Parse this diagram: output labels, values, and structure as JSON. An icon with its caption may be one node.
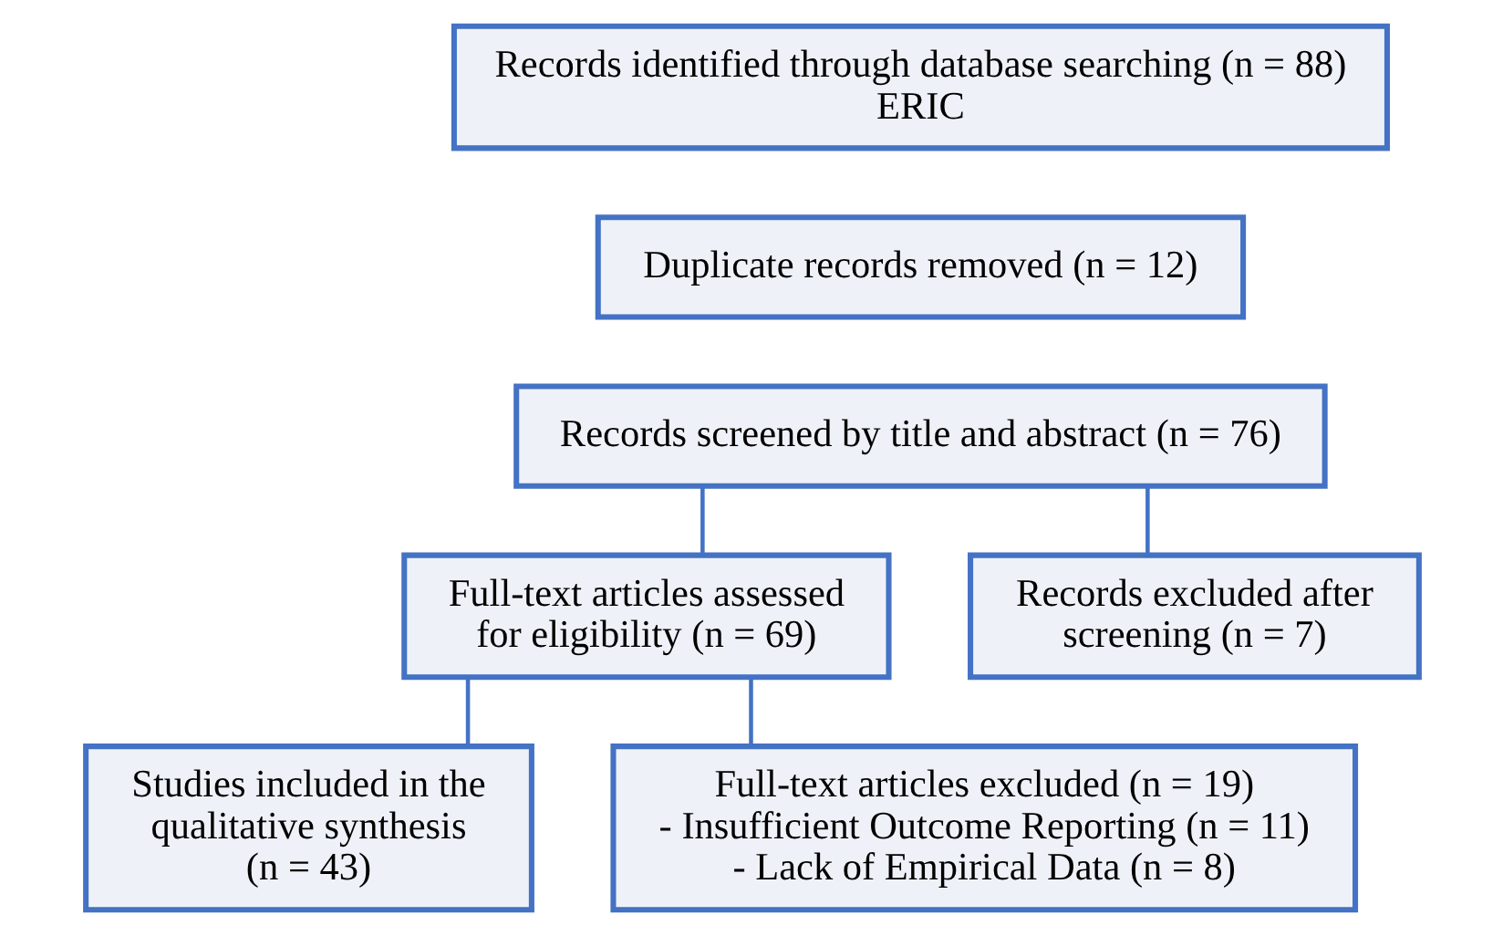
{
  "diagram": {
    "nodes": [
      {
        "text": [
          "Records identified through database searching (n = 88)",
          "ERIC"
        ]
      },
      {
        "text": [
          "Duplicate records removed (n = 12)"
        ]
      },
      {
        "text": [
          "Records screened by title and abstract (n = 76)"
        ]
      },
      {
        "text": [
          "Full-text articles assessed for eligibility (n = 69)"
        ]
      },
      {
        "text": [
          "Records excluded after screening (n = 7)"
        ]
      },
      {
        "text": [
          "Studies included in the qualitative synthesis",
          "(n = 43)"
        ]
      },
      {
        "text": [
          "Full-text articles excluded (n = 19)",
          "- Insufficient Outcome Reporting (n = 11)",
          "- Lack of Empirical Data (n = 8)"
        ]
      }
    ],
    "edges": [
      {
        "from": 2,
        "to": 3,
        "arrow": "none"
      },
      {
        "from": 2,
        "to": 4,
        "arrow": "none"
      },
      {
        "from": 3,
        "to": 5,
        "arrow": "none"
      },
      {
        "from": 3,
        "to": 6,
        "arrow": "none"
      }
    ]
  }
}
